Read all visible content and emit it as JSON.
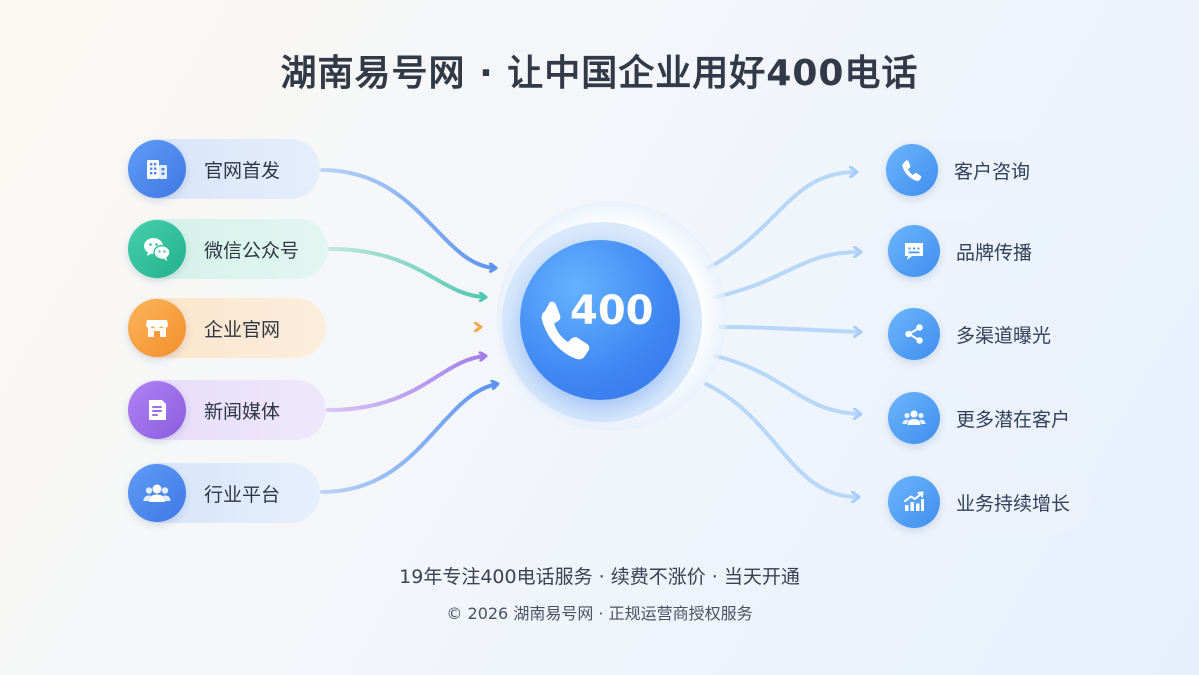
{
  "title": "湖南易号网 · 让中国企业用好400电话",
  "hub": {
    "label": "400",
    "icon": "phone-icon"
  },
  "sources": [
    {
      "label": "官网首发",
      "icon": "building-icon",
      "color": "#4c86ee"
    },
    {
      "label": "微信公众号",
      "icon": "wechat-icon",
      "color": "#2fbf9a"
    },
    {
      "label": "企业官网",
      "icon": "storefront-icon",
      "color": "#f7a341"
    },
    {
      "label": "新闻媒体",
      "icon": "news-document-icon",
      "color": "#9a6ee8"
    },
    {
      "label": "行业平台",
      "icon": "users-icon",
      "color": "#4a82ee"
    }
  ],
  "outcomes": [
    {
      "label": "客户咨询",
      "icon": "phone-icon"
    },
    {
      "label": "品牌传播",
      "icon": "chat-message-icon"
    },
    {
      "label": "多渠道曝光",
      "icon": "share-icon"
    },
    {
      "label": "更多潜在客户",
      "icon": "users-icon"
    },
    {
      "label": "业务持续增长",
      "icon": "growth-chart-icon"
    }
  ],
  "footer": {
    "line1": "19年专注400电话服务 · 续费不涨价 · 当天开通",
    "line2": "© 2026 湖南易号网 · 正规运营商授权服务"
  },
  "colors": {
    "hub": "#3f86f2",
    "outcome_icon": "#4a9af2",
    "outcome_arrow": "#a8cdf6"
  }
}
